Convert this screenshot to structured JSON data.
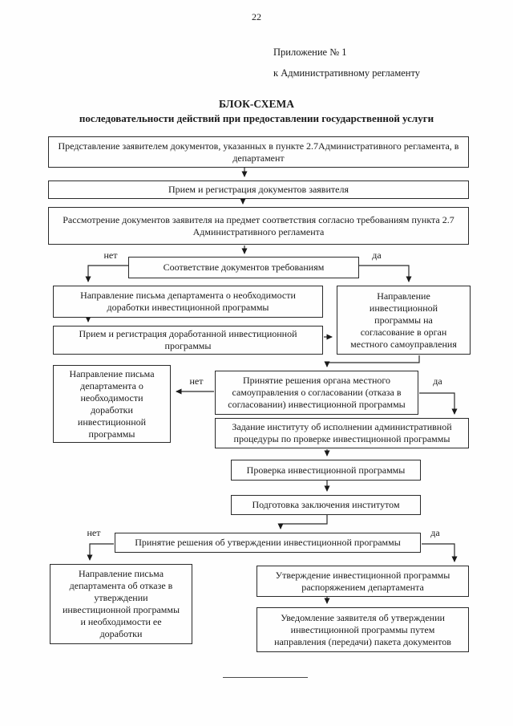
{
  "page": {
    "number": "22"
  },
  "header": {
    "annex_line1": "Приложение № 1",
    "annex_line2": "к Административному регламенту",
    "title": "БЛОК-СХЕМА",
    "subtitle": "последовательности действий при предоставлении государственной услуги"
  },
  "colors": {
    "ink": "#1a1a1a",
    "paper": "#fefefe"
  },
  "flowchart": {
    "branch_labels": {
      "yes": "да",
      "no": "нет"
    },
    "nodes": {
      "submit_documents": "Представление заявителем документов, указанных в пункте 2.7Административного регламента, в департамент",
      "receive_register": "Прием и регистрация документов заявителя",
      "review_documents": "Рассмотрение документов заявителя на предмет соответствия согласно требованиям пункта 2.7 Административного регламента",
      "docs_compliance_decision": "Соответствие документов требованиям",
      "letter_need_rework": "Направление письма департамента о необходимости доработки инвестиционной программы",
      "receive_reworked_program": "Прием и регистрация доработанной инвестиционной программы",
      "send_to_local_gov": "Направление инвестиционной программы на согласование в орган местного самоуправления",
      "letter_need_rework_2": "Направление письма департамента о необходимости доработки инвестиционной программы",
      "local_gov_decision": "Принятие решения органа местного самоуправления о согласовании (отказа в согласовании) инвестиционной программы",
      "institute_task": "Задание институту об исполнении административной процедуры по проверке инвестиционной программы",
      "program_check": "Проверка инвестиционной программы",
      "institute_conclusion": "Подготовка заключения институтом",
      "approval_decision": "Принятие решения об утверждении инвестиционной программы",
      "refusal_letter": "Направление письма департамента об отказе в утверждении инвестиционной программы и необходимости ее доработки",
      "approval_order": "Утверждение инвестиционной программы распоряжением департамента",
      "applicant_notification": "Уведомление заявителя об утверждении инвестиционной программы путем направления (передачи) пакета документов"
    }
  }
}
